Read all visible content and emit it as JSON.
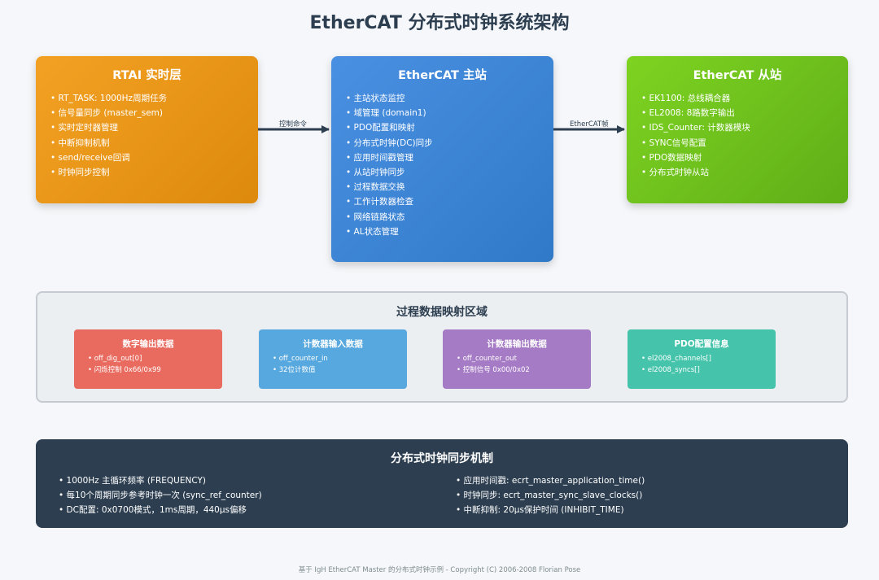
{
  "title": "EtherCAT 分布式时钟系统架构",
  "rtai": {
    "title": "RTAI 实时层",
    "items": [
      "RT_TASK: 1000Hz周期任务",
      "信号量同步 (master_sem)",
      "实时定时器管理",
      "中断抑制机制",
      "send/receive回调",
      "时钟同步控制"
    ]
  },
  "master": {
    "title": "EtherCAT 主站",
    "items": [
      "主站状态监控",
      "域管理 (domain1)",
      "PDO配置和映射",
      "分布式时钟(DC)同步",
      "应用时间戳管理",
      "从站时钟同步",
      "过程数据交换",
      "工作计数器检查",
      "网络链路状态",
      "AL状态管理"
    ]
  },
  "slave": {
    "title": "EtherCAT 从站",
    "items": [
      "EK1100: 总线耦合器",
      "EL2008: 8路数字输出",
      "IDS_Counter: 计数器模块",
      "SYNC信号配置",
      "PDO数据映射",
      "分布式时钟从站"
    ]
  },
  "arrows": {
    "left_label": "控制命令",
    "right_label": "EtherCAT帧"
  },
  "process_data": {
    "title": "过程数据映射区域",
    "cards": [
      {
        "title": "数字输出数据",
        "items": [
          "off_dig_out[0]",
          "闪烁控制 0x66/0x99"
        ],
        "color": "#e96b5f"
      },
      {
        "title": "计数器输入数据",
        "items": [
          "off_counter_in",
          "32位计数值"
        ],
        "color": "#57a8de"
      },
      {
        "title": "计数器输出数据",
        "items": [
          "off_counter_out",
          "控制信号 0x00/0x02"
        ],
        "color": "#a67bc5"
      },
      {
        "title": "PDO配置信息",
        "items": [
          "el2008_channels[]",
          "el2008_syncs[]"
        ],
        "color": "#45c4ab"
      }
    ]
  },
  "dc": {
    "title": "分布式时钟同步机制",
    "left": [
      "1000Hz 主循环频率 (FREQUENCY)",
      "每10个周期同步参考时钟一次 (sync_ref_counter)",
      "DC配置: 0x0700模式，1ms周期，440μs偏移"
    ],
    "right": [
      "应用时间戳: ecrt_master_application_time()",
      "时钟同步: ecrt_master_sync_slave_clocks()",
      "中断抑制: 20μs保护时间 (INHIBIT_TIME)"
    ]
  },
  "footer": "基于 IgH EtherCAT Master 的分布式时钟示例 - Copyright (C) 2006-2008 Florian Pose",
  "colors": {
    "rtai": "#f0a01e",
    "master": "#4288d8",
    "slave": "#72c41d",
    "dc": "#2c3e50",
    "arrow": "#2c3e50"
  }
}
